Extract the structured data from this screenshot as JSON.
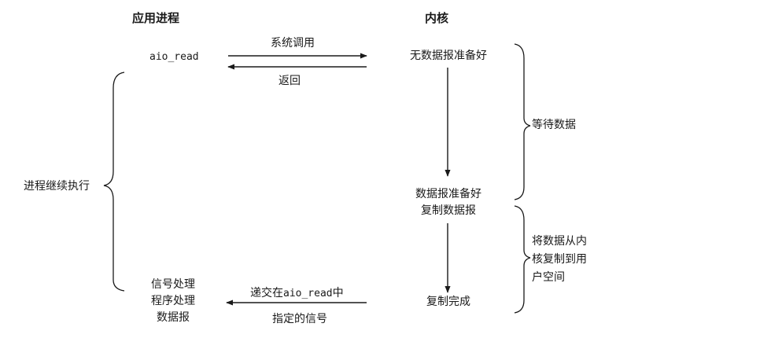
{
  "headers": {
    "app_process": "应用进程",
    "kernel": "内核"
  },
  "app": {
    "call": "aio_read",
    "continues": "进程继续执行",
    "handler": [
      "信号处理",
      "程序处理",
      "数据报"
    ]
  },
  "messages": {
    "syscall": "系统调用",
    "return": "返回",
    "deliver_prefix": "递交在",
    "deliver_mono": "aio_read",
    "deliver_suffix": "中",
    "deliver_line2": "指定的信号"
  },
  "kernel": {
    "not_ready": "无数据报准备好",
    "ready": "数据报准备好",
    "copy": "复制数据报",
    "done": "复制完成"
  },
  "phases": {
    "wait": "等待数据",
    "copy": [
      "将数据从内",
      "核复制到用",
      "户空间"
    ]
  }
}
